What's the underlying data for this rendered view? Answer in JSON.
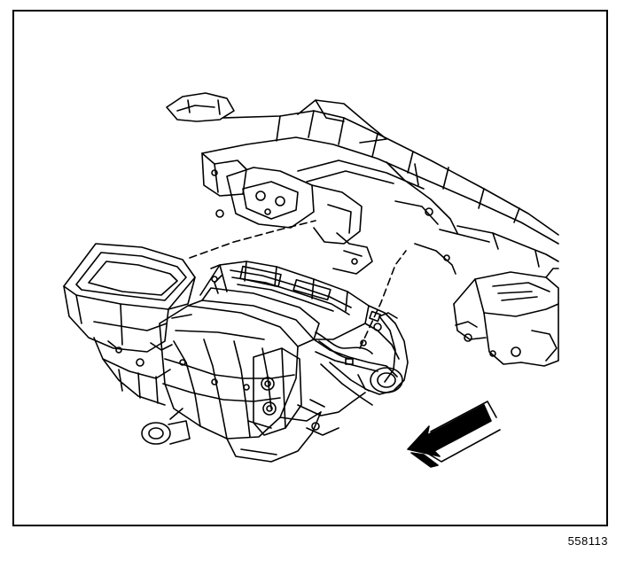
{
  "figure": {
    "id_label": "558113"
  },
  "illustration": {
    "parts": [
      "instrument-panel-carrier",
      "hvac-module-assembly",
      "blower-inlet-duct",
      "heater-core-case",
      "front-direction-arrow"
    ],
    "colors": {
      "line": "#000000",
      "background": "#ffffff",
      "arrow_fill": "#000000"
    }
  }
}
